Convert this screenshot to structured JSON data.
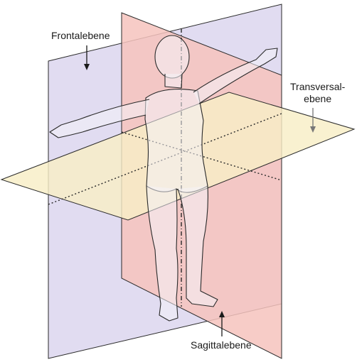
{
  "labels": {
    "frontal": "Frontalebene",
    "sagittal": "Sagittalebene",
    "transversal_line1": "Transversal-",
    "transversal_line2": "ebene"
  },
  "colors": {
    "frontal_plane": "#dcd6ef",
    "sagittal_plane": "#f6c3bd",
    "transversal_plane": "#f8eec6",
    "outline": "#2a2a2a",
    "body_fill": "#f4f3f8"
  }
}
